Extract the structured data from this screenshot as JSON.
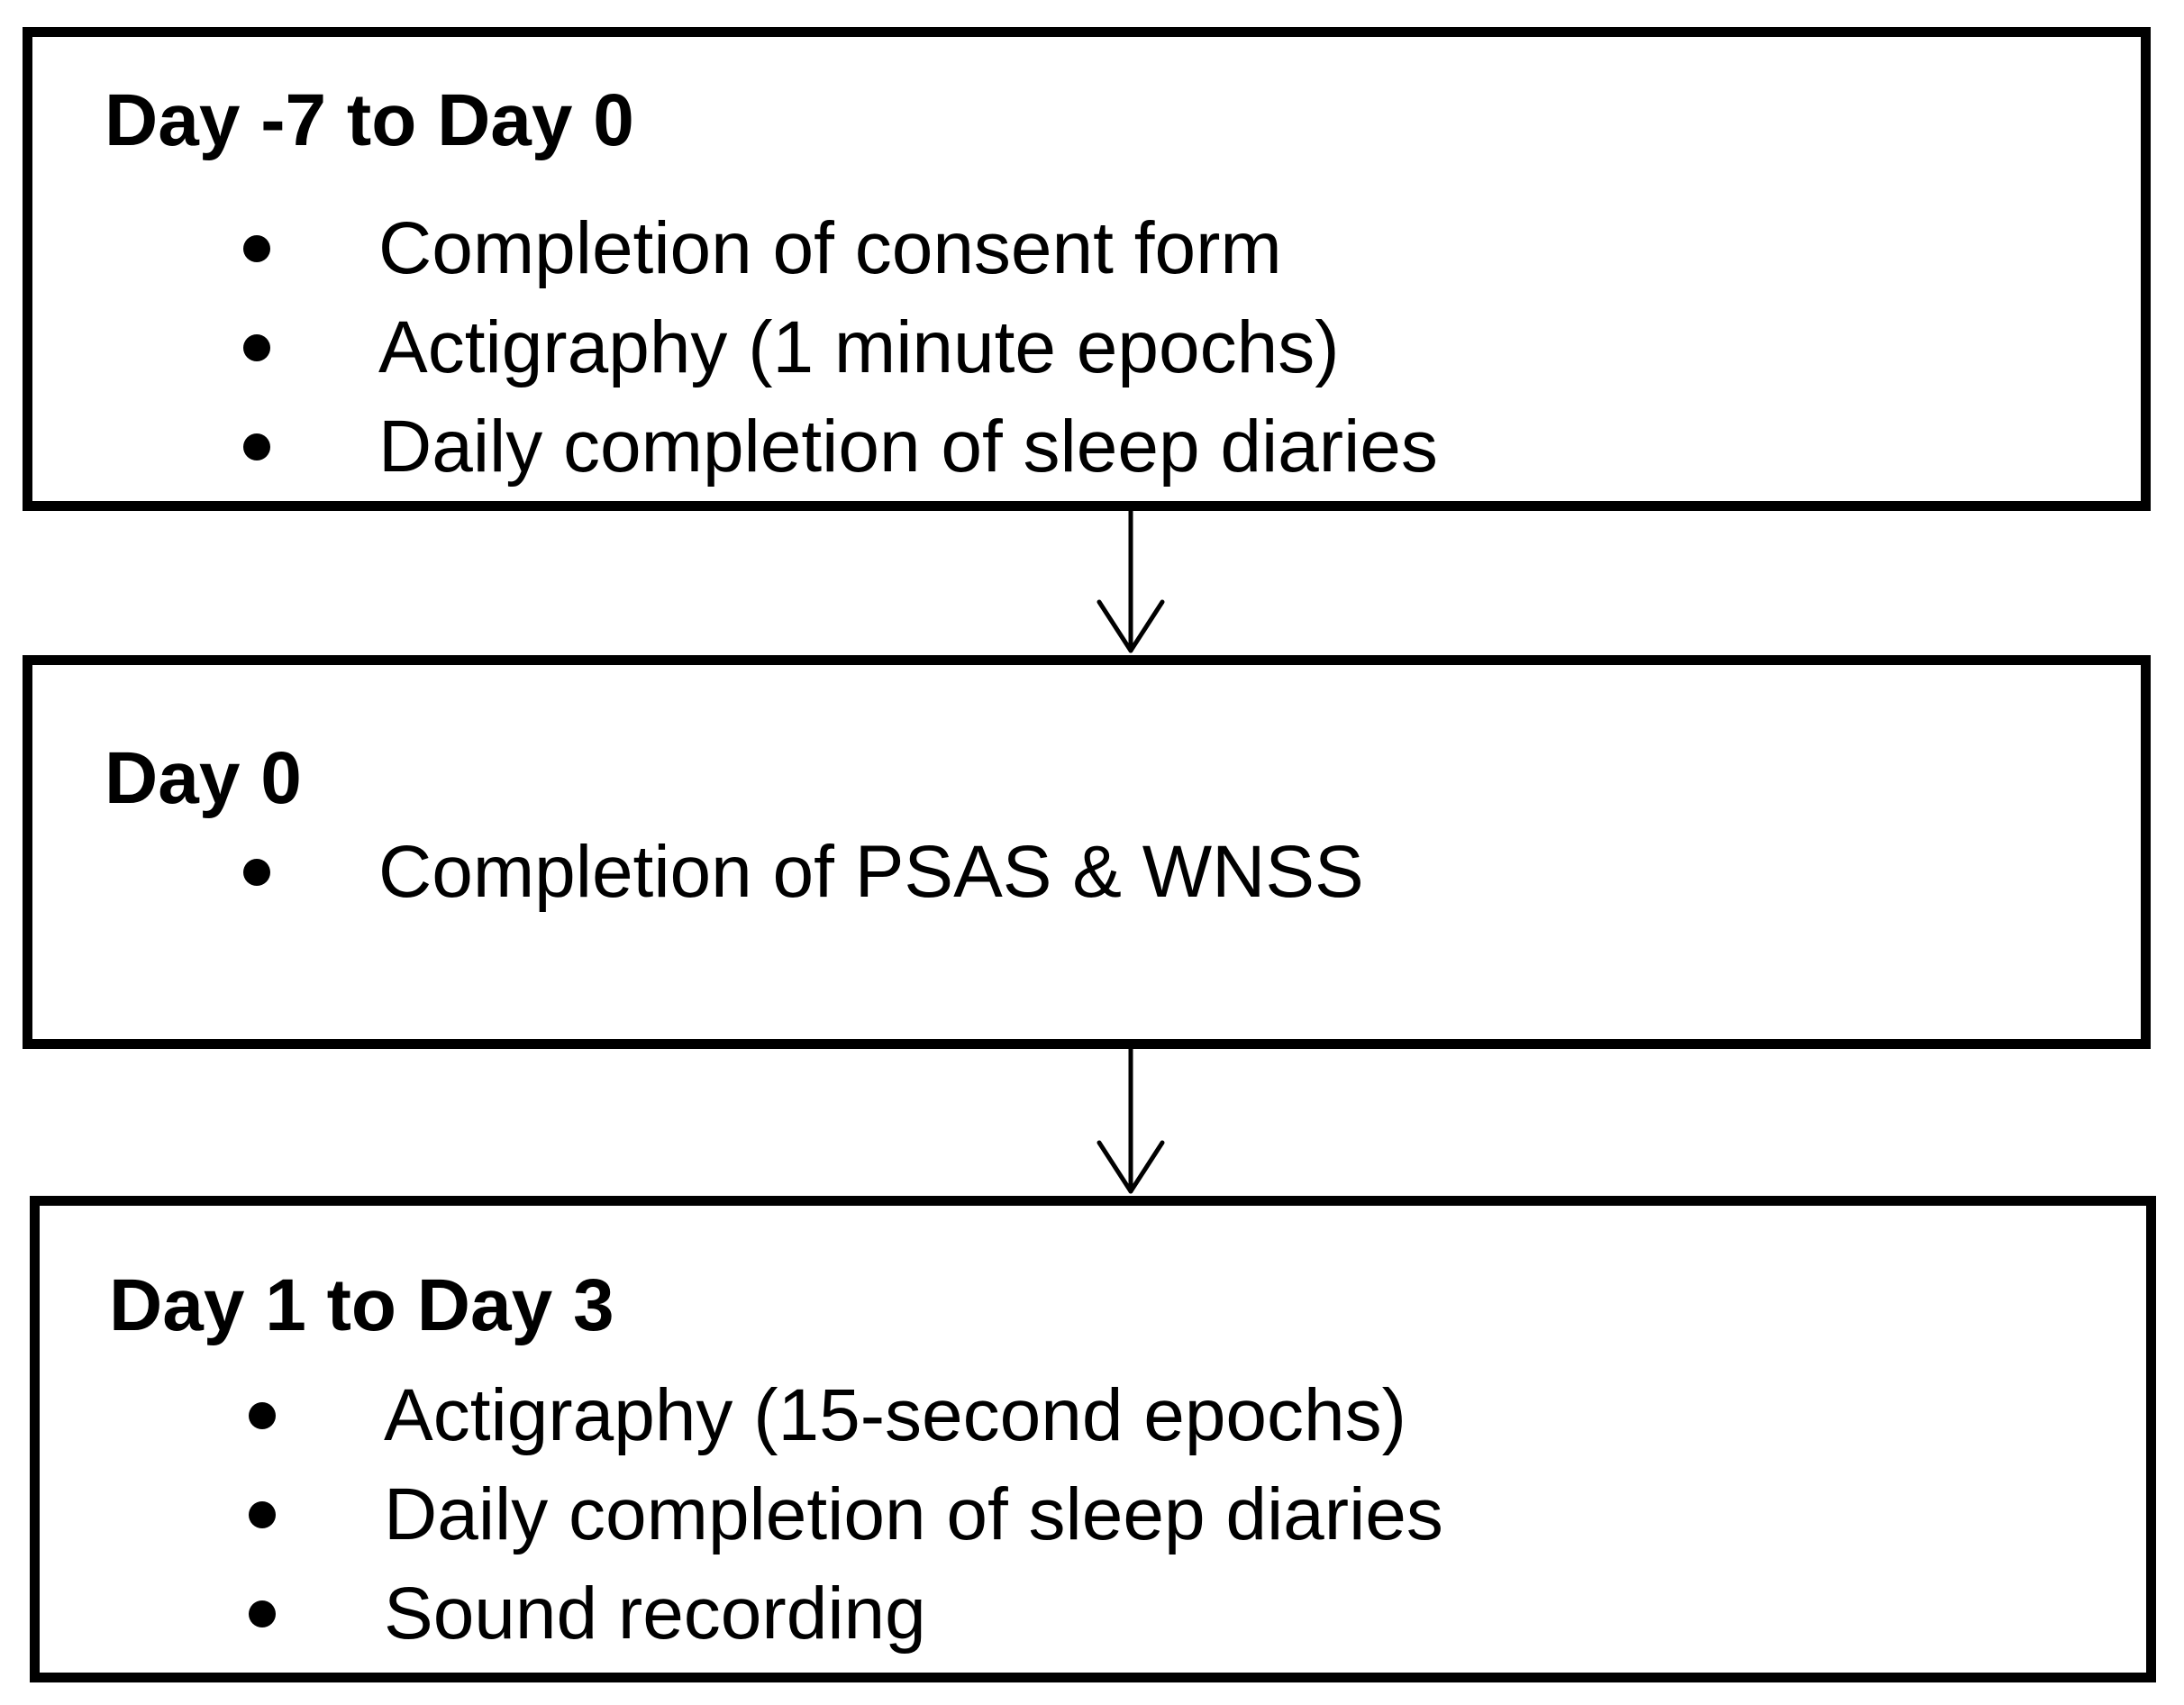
{
  "steps": [
    {
      "title": "Day -7 to Day 0",
      "items": [
        "Completion of consent form",
        "Actigraphy (1 minute epochs)",
        "Daily completion of sleep diaries"
      ]
    },
    {
      "title": "Day 0",
      "items": [
        "Completion of PSAS & WNSS"
      ]
    },
    {
      "title": "Day 1 to Day 3",
      "items": [
        "Actigraphy (15-second epochs)",
        "Daily completion of sleep diaries",
        "Sound recording"
      ]
    }
  ],
  "colors": {
    "stroke": "#000000",
    "background": "#ffffff"
  }
}
